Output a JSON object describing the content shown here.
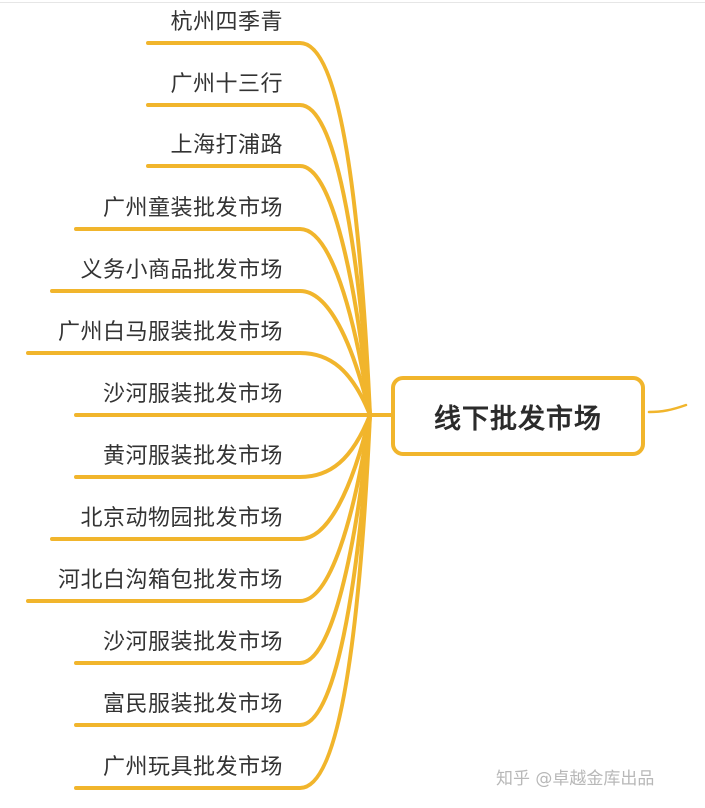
{
  "diagram": {
    "type": "mind-map",
    "root": {
      "label": "线下批发市场"
    },
    "branches": [
      {
        "label": "杭州四季青"
      },
      {
        "label": "广州十三行"
      },
      {
        "label": "上海打浦路"
      },
      {
        "label": "广州童装批发市场"
      },
      {
        "label": "义务小商品批发市场"
      },
      {
        "label": "广州白马服装批发市场"
      },
      {
        "label": "沙河服装批发市场"
      },
      {
        "label": "黄河服装批发市场"
      },
      {
        "label": "北京动物园批发市场"
      },
      {
        "label": "河北白沟箱包批发市场"
      },
      {
        "label": "沙河服装批发市场"
      },
      {
        "label": "富民服装批发市场"
      },
      {
        "label": "广州玩具批发市场"
      }
    ],
    "colors": {
      "branch_line": "#F1B52C",
      "node_border": "#F1B52C",
      "text": "#333333"
    }
  },
  "watermark": {
    "text": "知乎 @卓越金库出品"
  }
}
